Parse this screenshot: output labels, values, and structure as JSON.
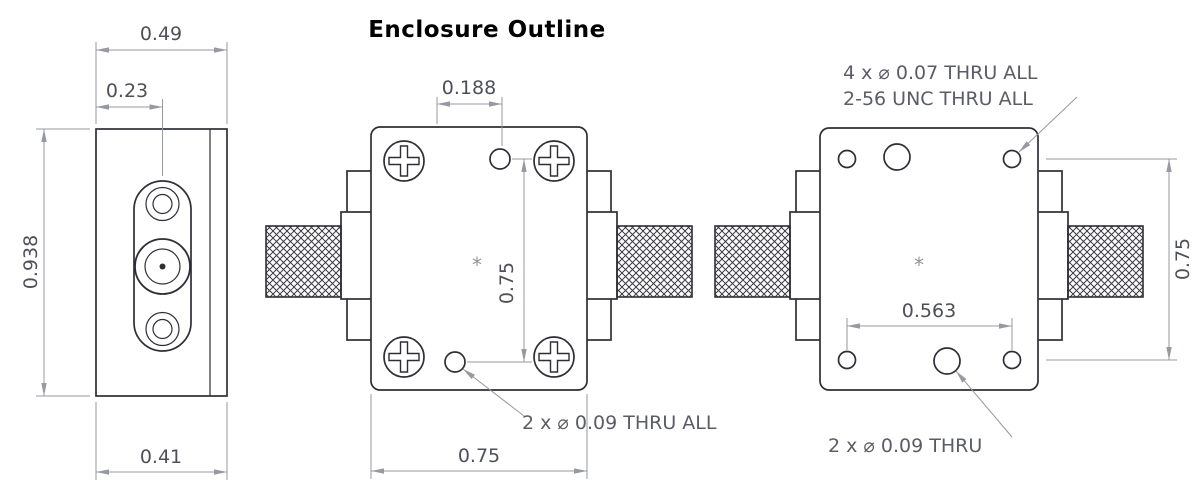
{
  "title": "Enclosure Outline",
  "center_mark": "*",
  "side_view": {
    "top_width": "0.49",
    "connector_offset": "0.23",
    "height": "0.938",
    "bottom_width": "0.41"
  },
  "front_view": {
    "hole_offset": "0.188",
    "hole_spacing_vertical": "0.75",
    "width": "0.75",
    "hole_note": "2 x ⌀ 0.09 THRU ALL"
  },
  "back_view": {
    "hole_note_top_line1": "4 x ⌀ 0.07 THRU ALL",
    "hole_note_top_line2": "2-56 UNC  THRU ALL",
    "hole_spacing_horizontal": "0.563",
    "height": "0.75",
    "hole_note_bottom": "2 x ⌀ 0.09 THRU"
  },
  "colors": {
    "geometry_line": "#2e2e36",
    "dimension_line": "#9699a1",
    "dimension_text": "#4e4f59",
    "title_text": "#000000",
    "background": "#ffffff"
  }
}
